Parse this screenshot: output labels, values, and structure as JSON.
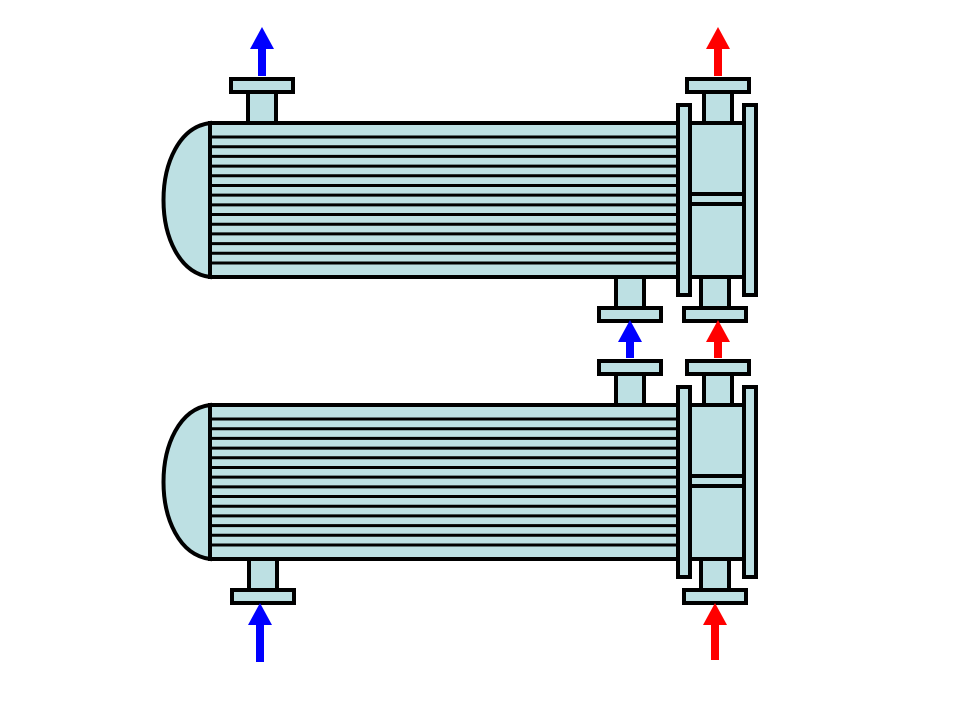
{
  "colors": {
    "background": "#ffffff",
    "body_fill": "#bde0e3",
    "outline": "#000000",
    "cold_stream": "#0000ff",
    "hot_stream": "#ff0000"
  },
  "exchangers": [
    {
      "name": "upper-exchanger",
      "tube_count": 14,
      "shell_nozzles": [
        "outlet-top",
        "inlet-bottom"
      ],
      "tube_nozzles": [
        "outlet-top",
        "inlet-bottom"
      ]
    },
    {
      "name": "lower-exchanger",
      "tube_count": 14,
      "shell_nozzles": [
        "outlet-top",
        "inlet-bottom"
      ],
      "tube_nozzles": [
        "outlet-top",
        "inlet-bottom"
      ]
    }
  ],
  "flows": [
    {
      "name": "shell-outlet-top",
      "stream": "cold",
      "direction": "up",
      "icon": "arrow-up-icon"
    },
    {
      "name": "tube-outlet-top",
      "stream": "hot",
      "direction": "up",
      "icon": "arrow-up-icon"
    },
    {
      "name": "shell-crossover",
      "stream": "cold",
      "direction": "up",
      "icon": "arrow-up-icon"
    },
    {
      "name": "tube-crossover",
      "stream": "hot",
      "direction": "up",
      "icon": "arrow-up-icon"
    },
    {
      "name": "shell-inlet-bottom",
      "stream": "cold",
      "direction": "up",
      "icon": "arrow-up-icon"
    },
    {
      "name": "tube-inlet-bottom",
      "stream": "hot",
      "direction": "up",
      "icon": "arrow-up-icon"
    }
  ]
}
